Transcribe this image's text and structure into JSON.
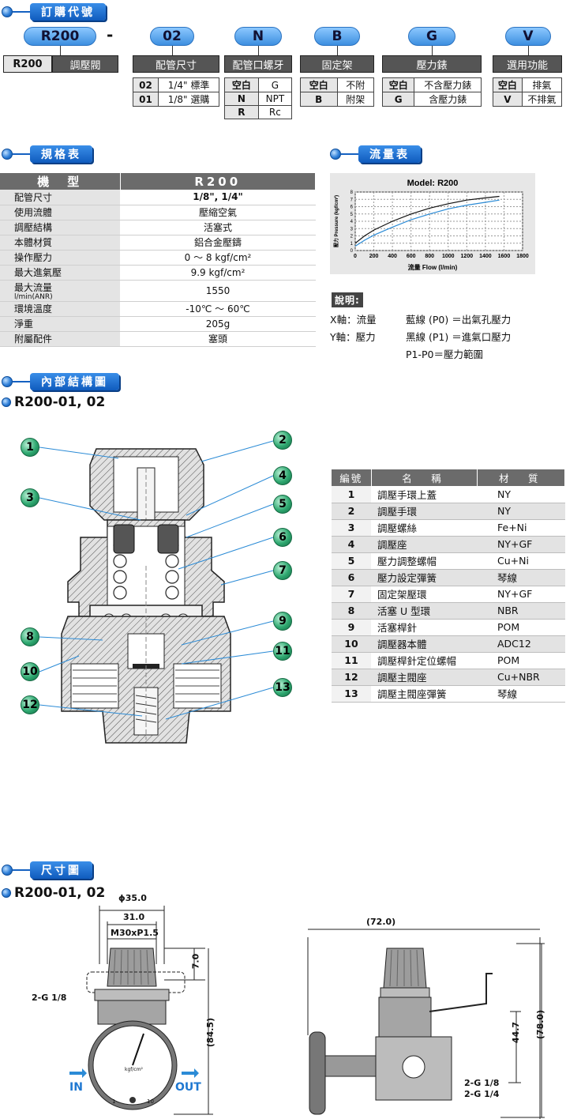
{
  "sections": {
    "ordering": "訂購代號",
    "spec": "規格表",
    "flow": "流量表",
    "internal": "內部結構圖",
    "dimension": "尺寸圖"
  },
  "ordering": {
    "codes": [
      "R200",
      "02",
      "N",
      "B",
      "G",
      "V"
    ],
    "dash": "-",
    "bars": {
      "model_code": "R200",
      "model_name": "調壓閥",
      "pipe_size": "配管尺寸",
      "thread": "配管口螺牙",
      "bracket": "固定架",
      "gauge": "壓力錶",
      "option": "選用功能"
    },
    "pipe_size_rows": [
      [
        "02",
        "1/4\" 標準"
      ],
      [
        "01",
        "1/8\" 選購"
      ]
    ],
    "thread_rows": [
      [
        "空白",
        "G"
      ],
      [
        "N",
        "NPT"
      ],
      [
        "R",
        "Rc"
      ]
    ],
    "bracket_rows": [
      [
        "空白",
        "不附"
      ],
      [
        "B",
        "附架"
      ]
    ],
    "gauge_rows": [
      [
        "空白",
        "不含壓力錶"
      ],
      [
        "G",
        "含壓力錶"
      ]
    ],
    "option_rows": [
      [
        "空白",
        "排氣"
      ],
      [
        "V",
        "不排氣"
      ]
    ]
  },
  "spec": {
    "header_key": "機　型",
    "header_val": "R200",
    "rows": [
      {
        "k": "配管尺寸",
        "v": "1/8\", 1/4\""
      },
      {
        "k": "使用流體",
        "v": "壓縮空氣"
      },
      {
        "k": "調壓結構",
        "v": "活塞式"
      },
      {
        "k": "本體材質",
        "v": "鋁合金壓鑄"
      },
      {
        "k": "操作壓力",
        "v": "0 ～ 8 kgf/cm²"
      },
      {
        "k": "最大進氣壓",
        "v": "9.9 kgf/cm²"
      },
      {
        "k": "最大流量",
        "sub": "l/min(ANR)",
        "v": "1550"
      },
      {
        "k": "環境溫度",
        "v": "-10℃ ～ 60℃"
      },
      {
        "k": "淨重",
        "v": "205g"
      },
      {
        "k": "附屬配件",
        "v": "塞頭"
      }
    ]
  },
  "chart_data": {
    "type": "line",
    "title": "Model: R200",
    "xlabel": "流量 Flow (l/min)",
    "ylabel": "壓力 Pressure (kgf/cm²)",
    "xlim": [
      0,
      1800
    ],
    "ylim": [
      0,
      8
    ],
    "x_ticks": [
      0,
      200,
      400,
      600,
      800,
      1000,
      1200,
      1400,
      1600,
      1800
    ],
    "y_ticks": [
      0,
      1,
      2,
      3,
      4,
      5,
      6,
      7,
      8
    ],
    "grid": "dashed",
    "series": [
      {
        "color": "#111111",
        "x": [
          0,
          100,
          200,
          400,
          600,
          800,
          1000,
          1200,
          1400,
          1550
        ],
        "y": [
          1.0,
          2.0,
          2.8,
          4.0,
          5.0,
          5.8,
          6.4,
          6.9,
          7.2,
          7.4
        ]
      },
      {
        "color": "#2b8bd6",
        "x": [
          0,
          100,
          200,
          400,
          600,
          800,
          1000,
          1200,
          1400,
          1550
        ],
        "y": [
          0.6,
          1.4,
          2.1,
          3.2,
          4.2,
          5.0,
          5.7,
          6.2,
          6.6,
          6.9
        ]
      }
    ]
  },
  "flow_notes": {
    "tag": "說明:",
    "x_axis": "X軸：流量",
    "y_axis": "Y軸：壓力",
    "blue": "藍線 (P0) ＝出氣孔壓力",
    "black": "黑線 (P1) ＝進氣口壓力",
    "range": "P1-P0＝壓力範圍"
  },
  "internal": {
    "subtitle": "R200-01, 02",
    "callouts": [
      "1",
      "2",
      "3",
      "4",
      "5",
      "6",
      "7",
      "8",
      "9",
      "10",
      "11",
      "12",
      "13"
    ]
  },
  "parts": {
    "headers": [
      "編號",
      "名　稱",
      "材　質"
    ],
    "rows": [
      [
        "1",
        "調壓手環上蓋",
        "NY"
      ],
      [
        "2",
        "調壓手環",
        "NY"
      ],
      [
        "3",
        "調壓螺絲",
        "Fe+Ni"
      ],
      [
        "4",
        "調壓座",
        "NY+GF"
      ],
      [
        "5",
        "壓力調整螺帽",
        "Cu+Ni"
      ],
      [
        "6",
        "壓力設定彈簧",
        "琴線"
      ],
      [
        "7",
        "固定架壓環",
        "NY+GF"
      ],
      [
        "8",
        "活塞 U 型環",
        "NBR"
      ],
      [
        "9",
        "活塞桿針",
        "POM"
      ],
      [
        "10",
        "調壓器本體",
        "ADC12"
      ],
      [
        "11",
        "調壓桿針定位螺帽",
        "POM"
      ],
      [
        "12",
        "調壓主閥座",
        "Cu+NBR"
      ],
      [
        "13",
        "調壓主閥座彈簧",
        "琴線"
      ]
    ]
  },
  "dimension": {
    "subtitle": "R200-01, 02",
    "d_phi": "ϕ35.0",
    "d_31": "31.0",
    "d_thread": "M30xP1.5",
    "d_7": "7.0",
    "d_port": "2-G 1/8",
    "d_84": "(84.5)",
    "in": "IN",
    "out": "OUT",
    "gauge_unit": "kgf/cm²",
    "gauge_min": "1",
    "gauge_max": "10",
    "d_72": "(72.0)",
    "d_44": "44.7",
    "d_78": "(78.0)",
    "d_port1": "2-G 1/8",
    "d_port2": "2-G 1/4"
  }
}
